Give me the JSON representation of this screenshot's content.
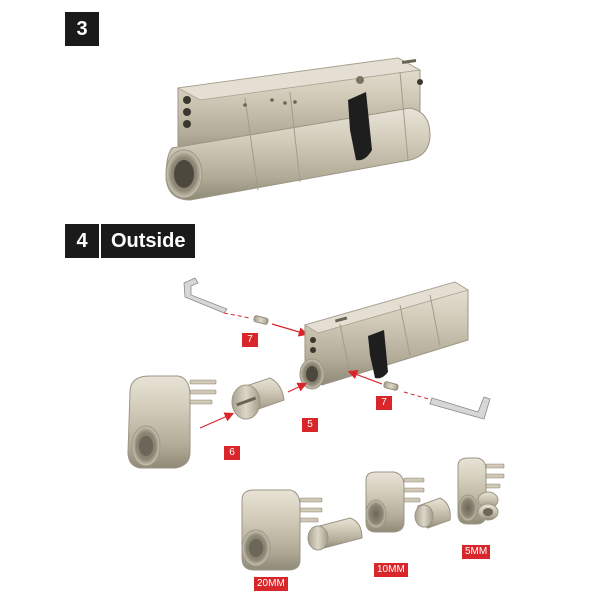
{
  "step3": {
    "number": "3"
  },
  "step4": {
    "number": "4",
    "title": "Outside"
  },
  "callouts": {
    "pin_top": "7",
    "pin_right": "7",
    "cam": "5",
    "insert": "6"
  },
  "sizes": {
    "size_20": "20MM",
    "size_10": "10MM",
    "size_5": "5MM"
  },
  "colors": {
    "badge": "#1a1a1a",
    "callout": "#d9262b",
    "arrow": "#d9262b",
    "nickel": "#c9c2b0",
    "cam": "#1e1e1e"
  }
}
